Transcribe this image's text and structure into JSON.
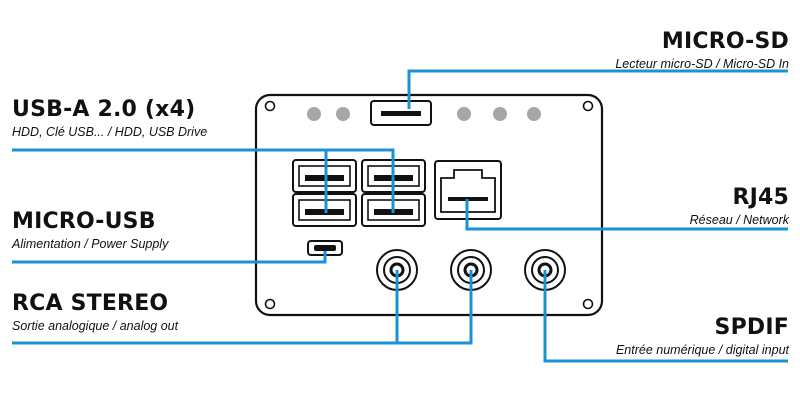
{
  "colors": {
    "line": "#1993d3",
    "outline": "#111111",
    "dot": "#a6a6a6"
  },
  "labels": {
    "microsd": {
      "title": "MICRO-SD",
      "subtitle": "Lecteur micro-SD / Micro-SD In"
    },
    "usba": {
      "title": "USB-A 2.0 (x4)",
      "subtitle": "HDD, Clé USB... / HDD, USB Drive"
    },
    "rj45": {
      "title": "RJ45",
      "subtitle": "Réseau / Network"
    },
    "microusb": {
      "title": "MICRO-USB",
      "subtitle": "Alimentation / Power Supply"
    },
    "rca": {
      "title": "RCA STEREO",
      "subtitle": "Sortie analogique / analog out"
    },
    "spdif": {
      "title": "SPDIF",
      "subtitle": "Entrée numérique / digital input"
    }
  }
}
